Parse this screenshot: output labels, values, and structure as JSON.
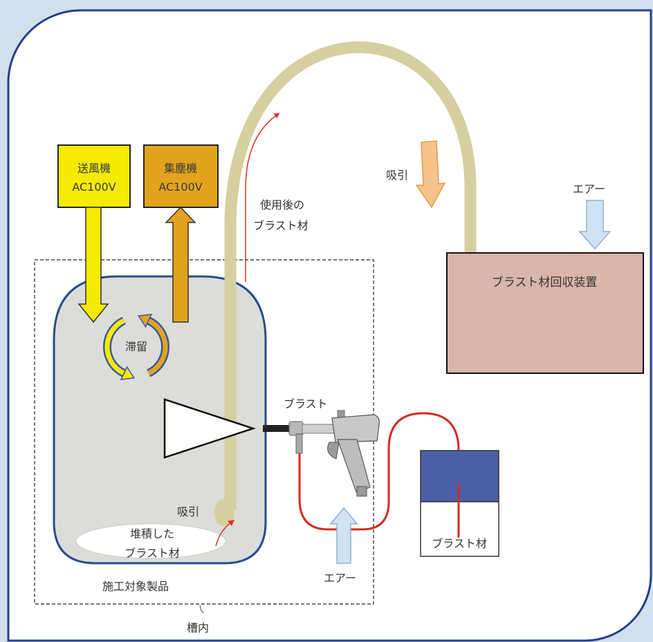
{
  "blower": {
    "name": "送風機",
    "spec": "AC100V"
  },
  "collector": {
    "name": "集塵機",
    "spec": "AC100V"
  },
  "retention_label": "滞留",
  "used_media_label": {
    "line1": "使用後の",
    "line2": "ブラスト材"
  },
  "suction_top_label": "吸引",
  "air_top_label": "エアー",
  "recovery_unit_label": "ブラスト材回収装置",
  "blast_label": "ブラスト",
  "suction_bottom_label": "吸引",
  "deposited_label": {
    "line1": "堆積した",
    "line2": "ブラスト材"
  },
  "air_bottom_label": "エアー",
  "media_tank_label": "ブラスト材",
  "product_label": "施工対象製品",
  "chamber_label": "槽内",
  "icons": {
    "blast_gun": "blast-gun-icon",
    "circulation": "circulation-arrows-icon"
  },
  "colors": {
    "background": "#d3dfec",
    "panel_border": "#23408a",
    "blower": "#f5ea00",
    "collector": "#e2a31c",
    "recovery_unit": "#d9b5ab",
    "media_tank_top": "#4b5fa8",
    "vessel": "#dcdcd8",
    "suction_hose": "#d6cf9f",
    "blast_hose": "#d42a20",
    "air_arrow": "#cfe3f5",
    "suction_arrow": "#f5c48a"
  }
}
